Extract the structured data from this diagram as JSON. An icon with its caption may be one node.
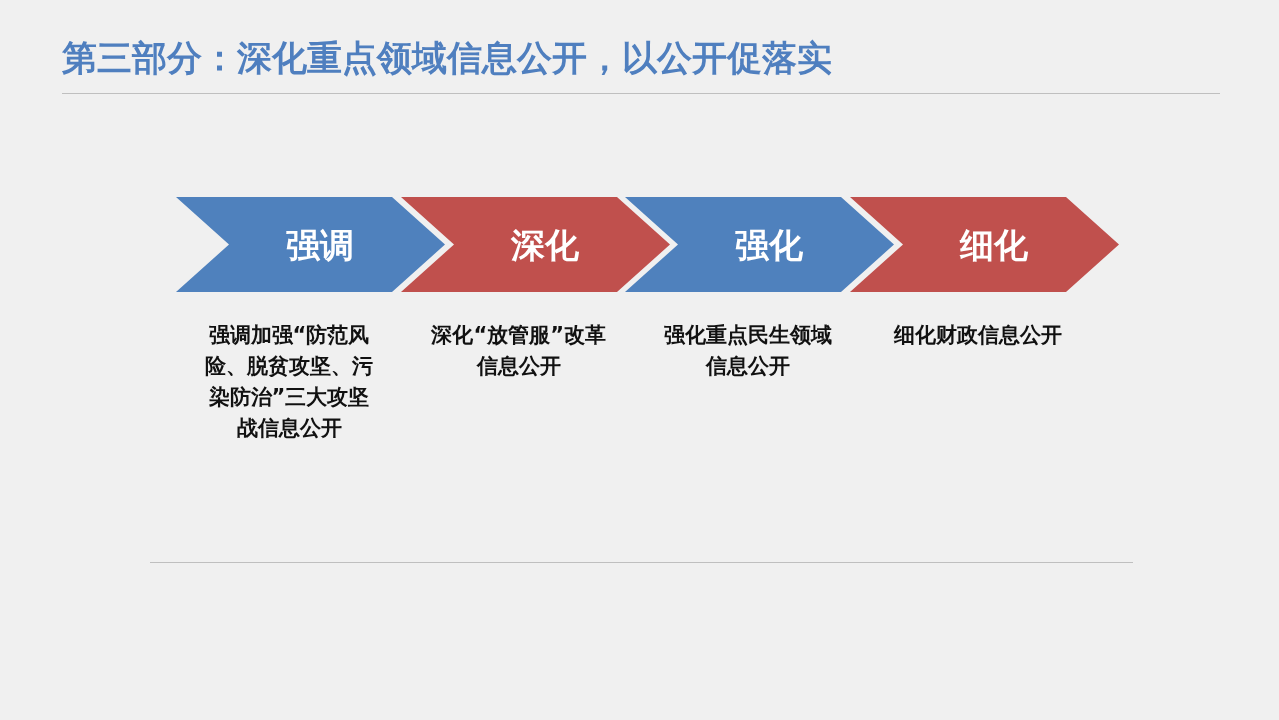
{
  "diagram": {
    "title": "第三部分：深化重点领域信息公开，以公开促落实",
    "nodes": [
      {
        "text": [
          "强调"
        ],
        "beside": [
          "强调加强“防范风险、脱贫攻坚、污染防治”三大攻坚战信息公开"
        ]
      },
      {
        "text": [
          "深化"
        ],
        "beside": [
          "深化“放管服”改革信息公开"
        ]
      },
      {
        "text": [
          "强化"
        ],
        "beside": [
          "强化重点民生领域信息公开"
        ]
      },
      {
        "text": [
          "细化"
        ],
        "beside": [
          "细化财政信息公开"
        ]
      }
    ],
    "edges": []
  }
}
